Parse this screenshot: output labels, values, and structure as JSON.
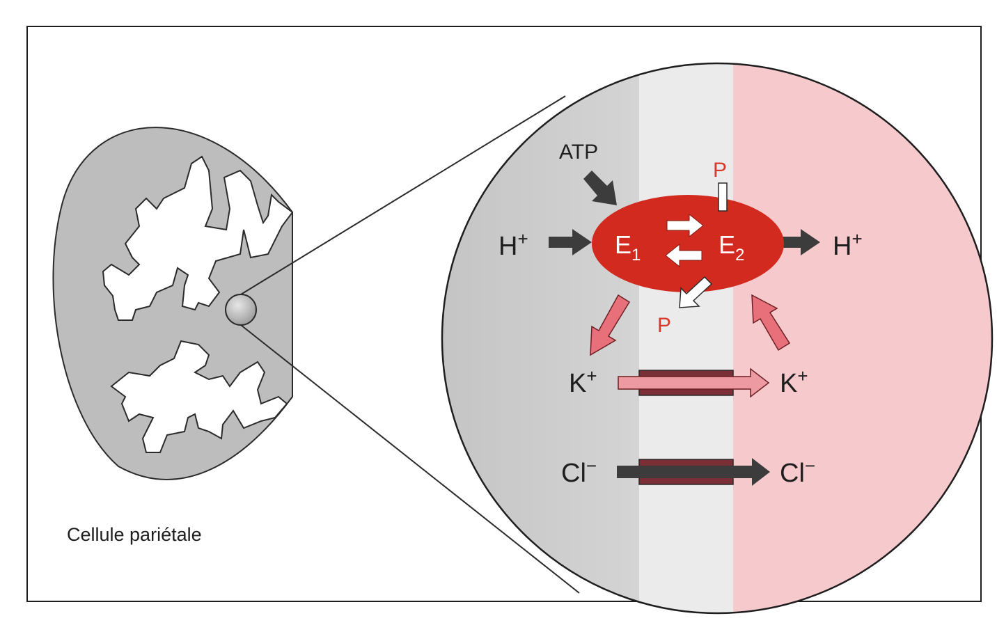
{
  "diagram": {
    "caption": "Cellule pariétale",
    "atp": "ATP",
    "e1": {
      "base": "E",
      "sub": "1"
    },
    "e2": {
      "base": "E",
      "sub": "2"
    },
    "p_top": "P",
    "p_bottom": "P",
    "h_left": {
      "base": "H",
      "sup": "+"
    },
    "h_right": {
      "base": "H",
      "sup": "+"
    },
    "k_left": {
      "base": "K",
      "sup": "+"
    },
    "k_right": {
      "base": "K",
      "sup": "+"
    },
    "cl_left": {
      "base": "Cl",
      "sup": "−"
    },
    "cl_right": {
      "base": "Cl",
      "sup": "−"
    }
  },
  "colors": {
    "enzyme": "#d22a1e",
    "phosphate_label": "#d9392b",
    "dark_arrow": "#3c3c3c",
    "pink_arrow": "#e8707a",
    "lumen": "#f6c9cc",
    "cytoplasm": "#c9c9c9",
    "membrane": "#ebebeb",
    "channel": "#7a2e36"
  }
}
